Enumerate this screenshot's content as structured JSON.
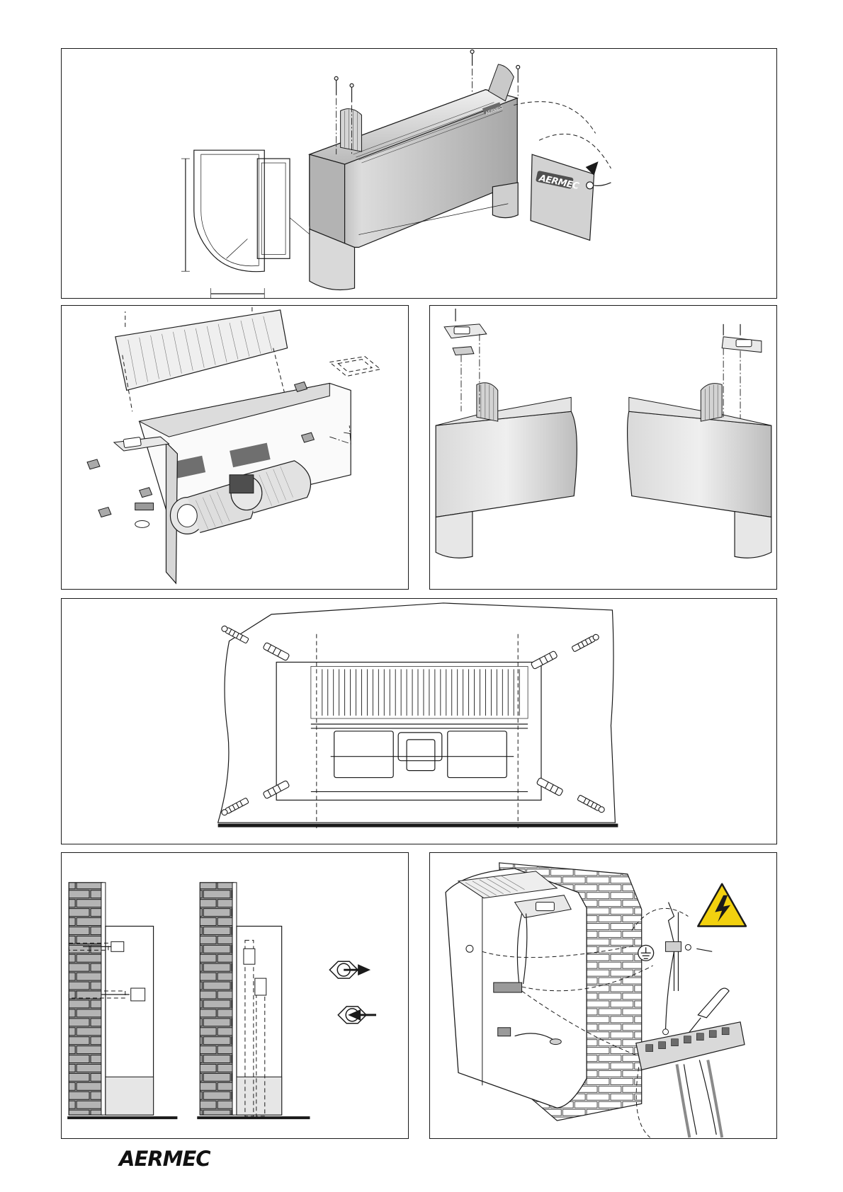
{
  "brand": {
    "footer_logo": "AERMEC",
    "plate_logo": "AERMEC",
    "unit_badge": "AERMEC"
  },
  "colors": {
    "cabinet_light": "#e6e6e6",
    "cabinet_mid": "#bdbdbd",
    "cabinet_dark": "#8c8c8c",
    "warning_yellow": "#f2d10f",
    "brick_gray": "#a9a9a9",
    "outline": "#1a1a1a"
  },
  "panels": [
    {
      "name": "side-panel-removal",
      "icon": "cabinet-side-panel-icon"
    },
    {
      "name": "exploded-unit",
      "icon": "exploded-fan-coil-icon"
    },
    {
      "name": "control-panel-mounting",
      "icon": "control-box-mounting-icon"
    },
    {
      "name": "wall-mounting",
      "icon": "wall-anchor-screws-icon"
    },
    {
      "name": "water-connections",
      "icon": "water-inlet-outlet-icon"
    },
    {
      "name": "electrical-connection",
      "icon": "electrical-terminal-icon"
    }
  ],
  "symbols": {
    "outlet_arrow": "water-outlet-arrow-icon",
    "inlet_arrow": "water-inlet-arrow-icon",
    "ground": "ground-symbol-icon",
    "high_voltage": "high-voltage-warning-icon"
  }
}
